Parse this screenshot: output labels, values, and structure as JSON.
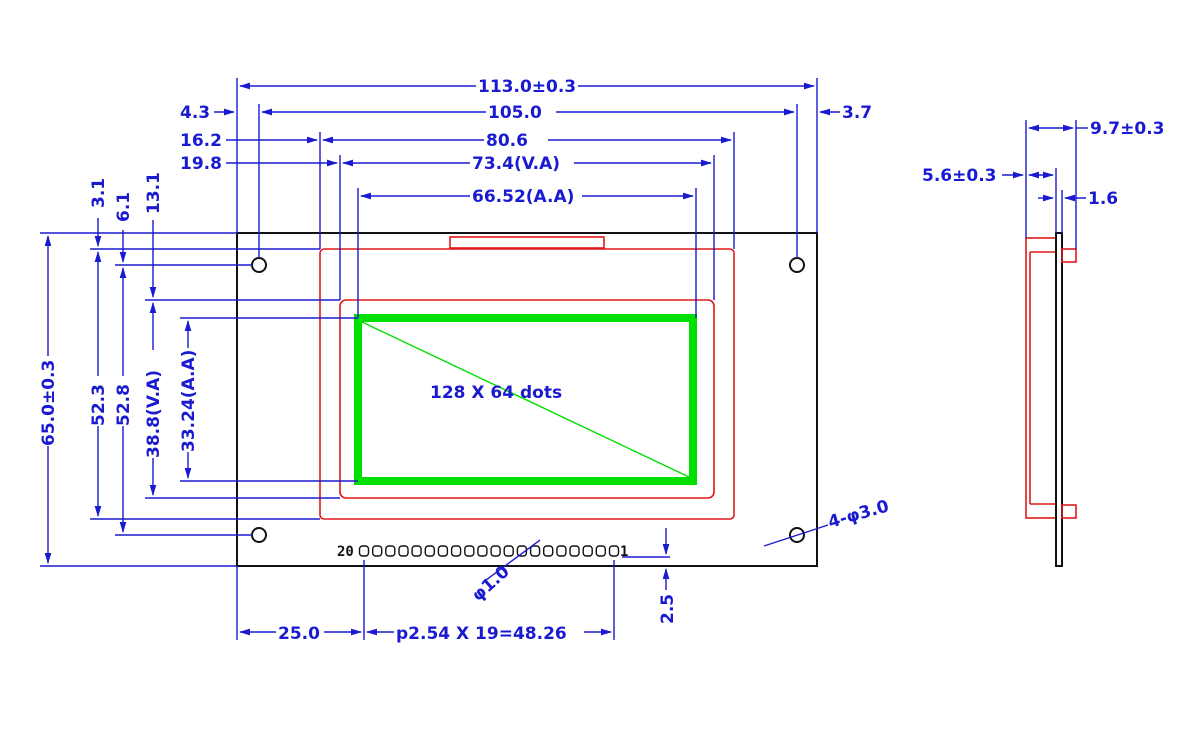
{
  "dimensions": {
    "overall_width": "113.0±0.3",
    "hole_spacing_width": "105.0",
    "left_hole_offset": "4.3",
    "right_hole_offset": "3.7",
    "bezel_width": "80.6",
    "bezel_left_offset": "16.2",
    "view_area_width": "73.4(V.A)",
    "view_area_left_offset": "19.8",
    "active_area_width": "66.52(A.A)",
    "top_hole_offset": "3.1",
    "top_bezel_offset": "6.1",
    "top_va_offset": "13.1",
    "overall_height": "65.0±0.3",
    "hole_spacing_height": "52.3",
    "bezel_height": "52.8",
    "view_area_height": "38.8(V.A)",
    "active_area_height": "33.24(A.A)",
    "pin_left_offset": "25.0",
    "pin_pitch": "p2.54  X  19=48.26",
    "pin_hole_dia": "φ1.0",
    "pin_bottom_offset": "2.5",
    "mount_holes": "4-φ3.0",
    "side_thickness": "9.7±0.3",
    "side_module": "5.6±0.3",
    "pcb_thickness": "1.6"
  },
  "display_label": "128  X  64  dots",
  "pins": {
    "first": "20",
    "last": "1"
  },
  "colors": {
    "dimension": "#1a1ad0",
    "outline": "#111111",
    "bezel": "#e01818",
    "active_area": "#00e000"
  }
}
